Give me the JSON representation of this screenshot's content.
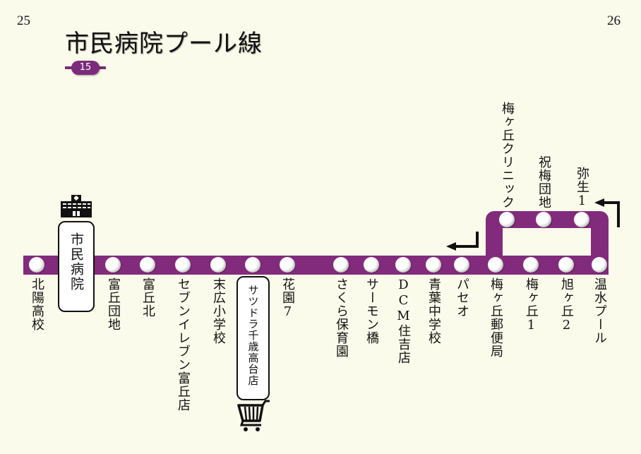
{
  "page": {
    "left_number": "25",
    "right_number": "26"
  },
  "route": {
    "title": "市民病院プール線",
    "number": "15",
    "line_color": "#822b7c",
    "background_color": "#fbfbeb"
  },
  "main_line_stations": [
    {
      "name": "北陽高校"
    },
    {
      "name": "市民病院",
      "landmark": "hospital-icon",
      "boxed": true
    },
    {
      "name": "富丘団地"
    },
    {
      "name": "富丘北"
    },
    {
      "name": "セブンイレブン富丘店"
    },
    {
      "name": "末広小学校"
    },
    {
      "name": "サツドラ千歳高台店",
      "landmark": "shopping-cart-icon",
      "boxed": true
    },
    {
      "name": "花園7"
    },
    {
      "name": "さくら保育園"
    },
    {
      "name": "サーモン橋"
    },
    {
      "name": "DCM住吉店"
    },
    {
      "name": "青葉中学校"
    },
    {
      "name": "パセオ"
    },
    {
      "name": "梅ヶ丘郵便局"
    },
    {
      "name": "梅ヶ丘1"
    },
    {
      "name": "旭ヶ丘2"
    },
    {
      "name": "温水プール"
    }
  ],
  "loop_stations": [
    {
      "name": "梅ヶ丘クリニック"
    },
    {
      "name": "祝梅団地"
    },
    {
      "name": "弥生1"
    }
  ],
  "direction_arrows": [
    {
      "name": "arrow-left-return-icon",
      "direction": "left"
    },
    {
      "name": "arrow-left-loop-icon",
      "direction": "left"
    }
  ]
}
